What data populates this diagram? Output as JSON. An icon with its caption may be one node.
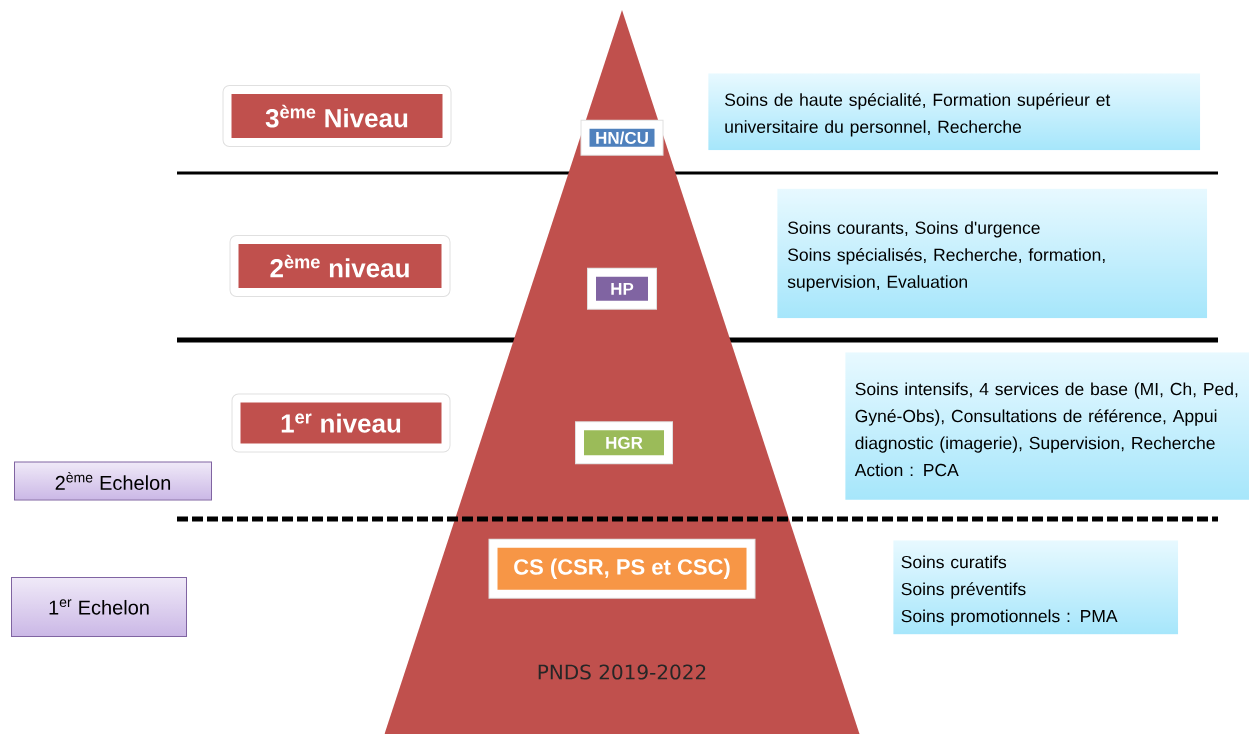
{
  "diagram": {
    "nodes": [
      {
        "text": [
          "PNDS 2019-2022"
        ]
      },
      {
        "text": [
          "3$^{ème}$ Niveau"
        ]
      },
      {
        "text": [
          "HN/CU"
        ],
        "in": 0
      },
      {
        "text": [
          "Soins de haute spécialité, Formation supérieur et universitaire du personnel, Recherche"
        ]
      },
      {
        "text": [
          "2$^{ème}$ niveau"
        ]
      },
      {
        "text": [
          "HP"
        ],
        "in": 0
      },
      {
        "text": [
          "Soins courants, Soins d'urgence",
          "Soins spécialisés, Recherche, formation, supervision, Evaluation"
        ]
      },
      {
        "text": [
          "1$^{er}$ niveau"
        ]
      },
      {
        "text": [
          "HGR"
        ],
        "in": 0
      },
      {
        "text": [
          "Soins intensifs, 4 services de base (MI, Ch, Ped, Gyné-Obs), Consultations de référence, Appui diagnostic (imagerie), Supervision, Recherche Action : PCA"
        ]
      },
      {
        "text": [
          "2$^{ème}$ Echelon"
        ]
      },
      {
        "text": [
          "CS (CSR, PS et CSC)"
        ],
        "in": 0
      },
      {
        "text": [
          "Soins curatifs",
          "Soins préventifs",
          "Soins promotionnels : PMA"
        ]
      },
      {
        "text": [
          "1$^{er}$ Echelon"
        ]
      }
    ]
  }
}
